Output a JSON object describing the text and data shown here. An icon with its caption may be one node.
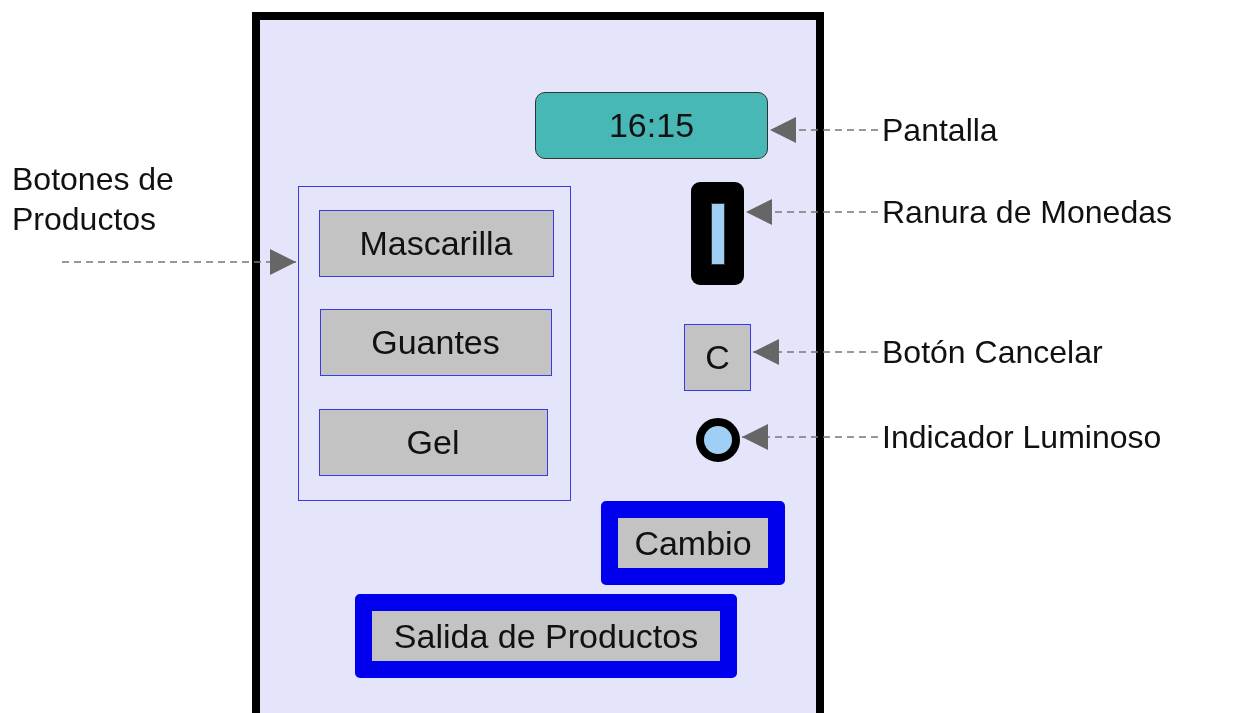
{
  "diagram": {
    "nodes": [
      {
        "text": [],
        "shape": "box"
      },
      {
        "text": [
          "16:15"
        ],
        "in": 0
      },
      {
        "text": [
          "Pantalla"
        ]
      },
      {
        "text": [],
        "shape": "box",
        "in": 0
      },
      {
        "text": [
          "Botones de Productos"
        ]
      },
      {
        "text": [
          "Mascarilla"
        ],
        "in": 3
      },
      {
        "text": [
          "Guantes"
        ],
        "in": 3
      },
      {
        "text": [
          "Gel"
        ],
        "in": 3
      },
      {
        "text": [],
        "shape": "box",
        "in": 0
      },
      {
        "text": [
          "Ranura de Monedas"
        ]
      },
      {
        "text": [
          "C"
        ],
        "in": 0
      },
      {
        "text": [
          "Botón Cancelar"
        ]
      },
      {
        "text": [],
        "shape": "circle",
        "in": 0
      },
      {
        "text": [
          "Indicador Luminoso"
        ]
      },
      {
        "text": [
          "Cambio"
        ],
        "in": 0
      },
      {
        "text": [
          "Salida de Productos"
        ],
        "in": 0
      }
    ],
    "edges": [
      {
        "from": 2,
        "to": 1,
        "arrow": "to",
        "style": "dashed"
      },
      {
        "from": 4,
        "to": 3,
        "arrow": "to",
        "style": "dashed"
      },
      {
        "from": 9,
        "to": 8,
        "arrow": "to",
        "style": "dashed"
      },
      {
        "from": 11,
        "to": 10,
        "arrow": "to",
        "style": "dashed"
      },
      {
        "from": 13,
        "to": 12,
        "arrow": "to",
        "style": "dashed"
      }
    ]
  }
}
